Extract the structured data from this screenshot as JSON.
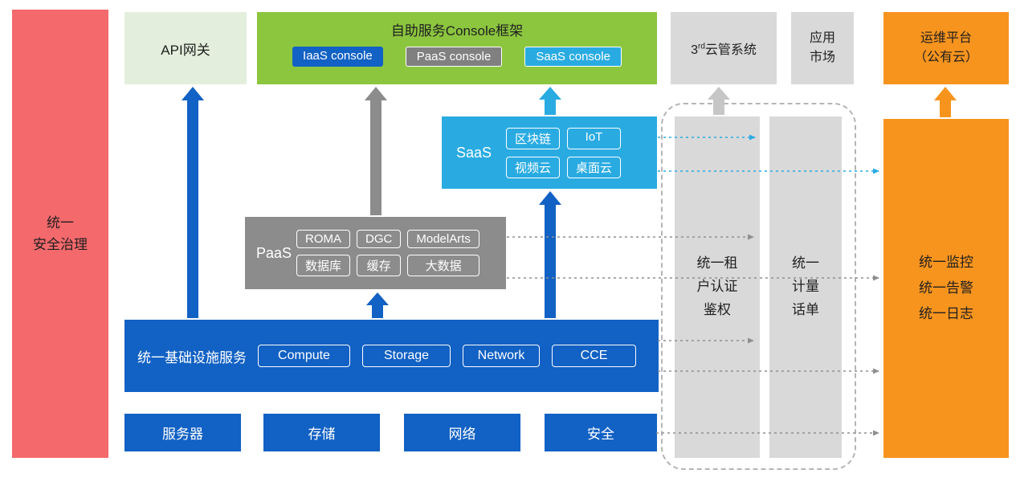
{
  "colors": {
    "red": "#f4696c",
    "light_green": "#e3efdc",
    "green": "#8cc63f",
    "blue": "#1261c4",
    "cyan": "#29abe2",
    "gray": "#8c8c8c",
    "light_gray": "#d9d9d9",
    "orange": "#f7941e",
    "text_dark": "#1f1f1f"
  },
  "left_bar": {
    "label": "统一\n安全治理"
  },
  "api_gateway": {
    "label": "API网关"
  },
  "console_frame": {
    "title": "自助服务Console框架",
    "iaas": "IaaS console",
    "paas": "PaaS console",
    "saas": "SaaS console"
  },
  "third_party_cloud": {
    "base": "3",
    "sup": "rd",
    "rest": "云管系统"
  },
  "app_market": {
    "label": "应用\n市场"
  },
  "om_platform": {
    "label": "运维平台\n（公有云）"
  },
  "saas": {
    "label": "SaaS",
    "chips": [
      "区块链",
      "IoT",
      "视频云",
      "桌面云"
    ]
  },
  "paas": {
    "label": "PaaS",
    "chips": [
      "ROMA",
      "DGC",
      "ModelArts",
      "数据库",
      "缓存",
      "大数据"
    ]
  },
  "infra": {
    "label": "统一基础设施服务",
    "chips": [
      "Compute",
      "Storage",
      "Network",
      "CCE"
    ]
  },
  "bottom": {
    "items": [
      "服务器",
      "存储",
      "网络",
      "安全"
    ]
  },
  "auth_bar": {
    "label": "统一租\n户认证\n鉴权"
  },
  "metering_bar": {
    "label": "统一\n计量\n话单"
  },
  "monitor_box": {
    "label": "统一监控\n统一告警\n统一日志"
  }
}
